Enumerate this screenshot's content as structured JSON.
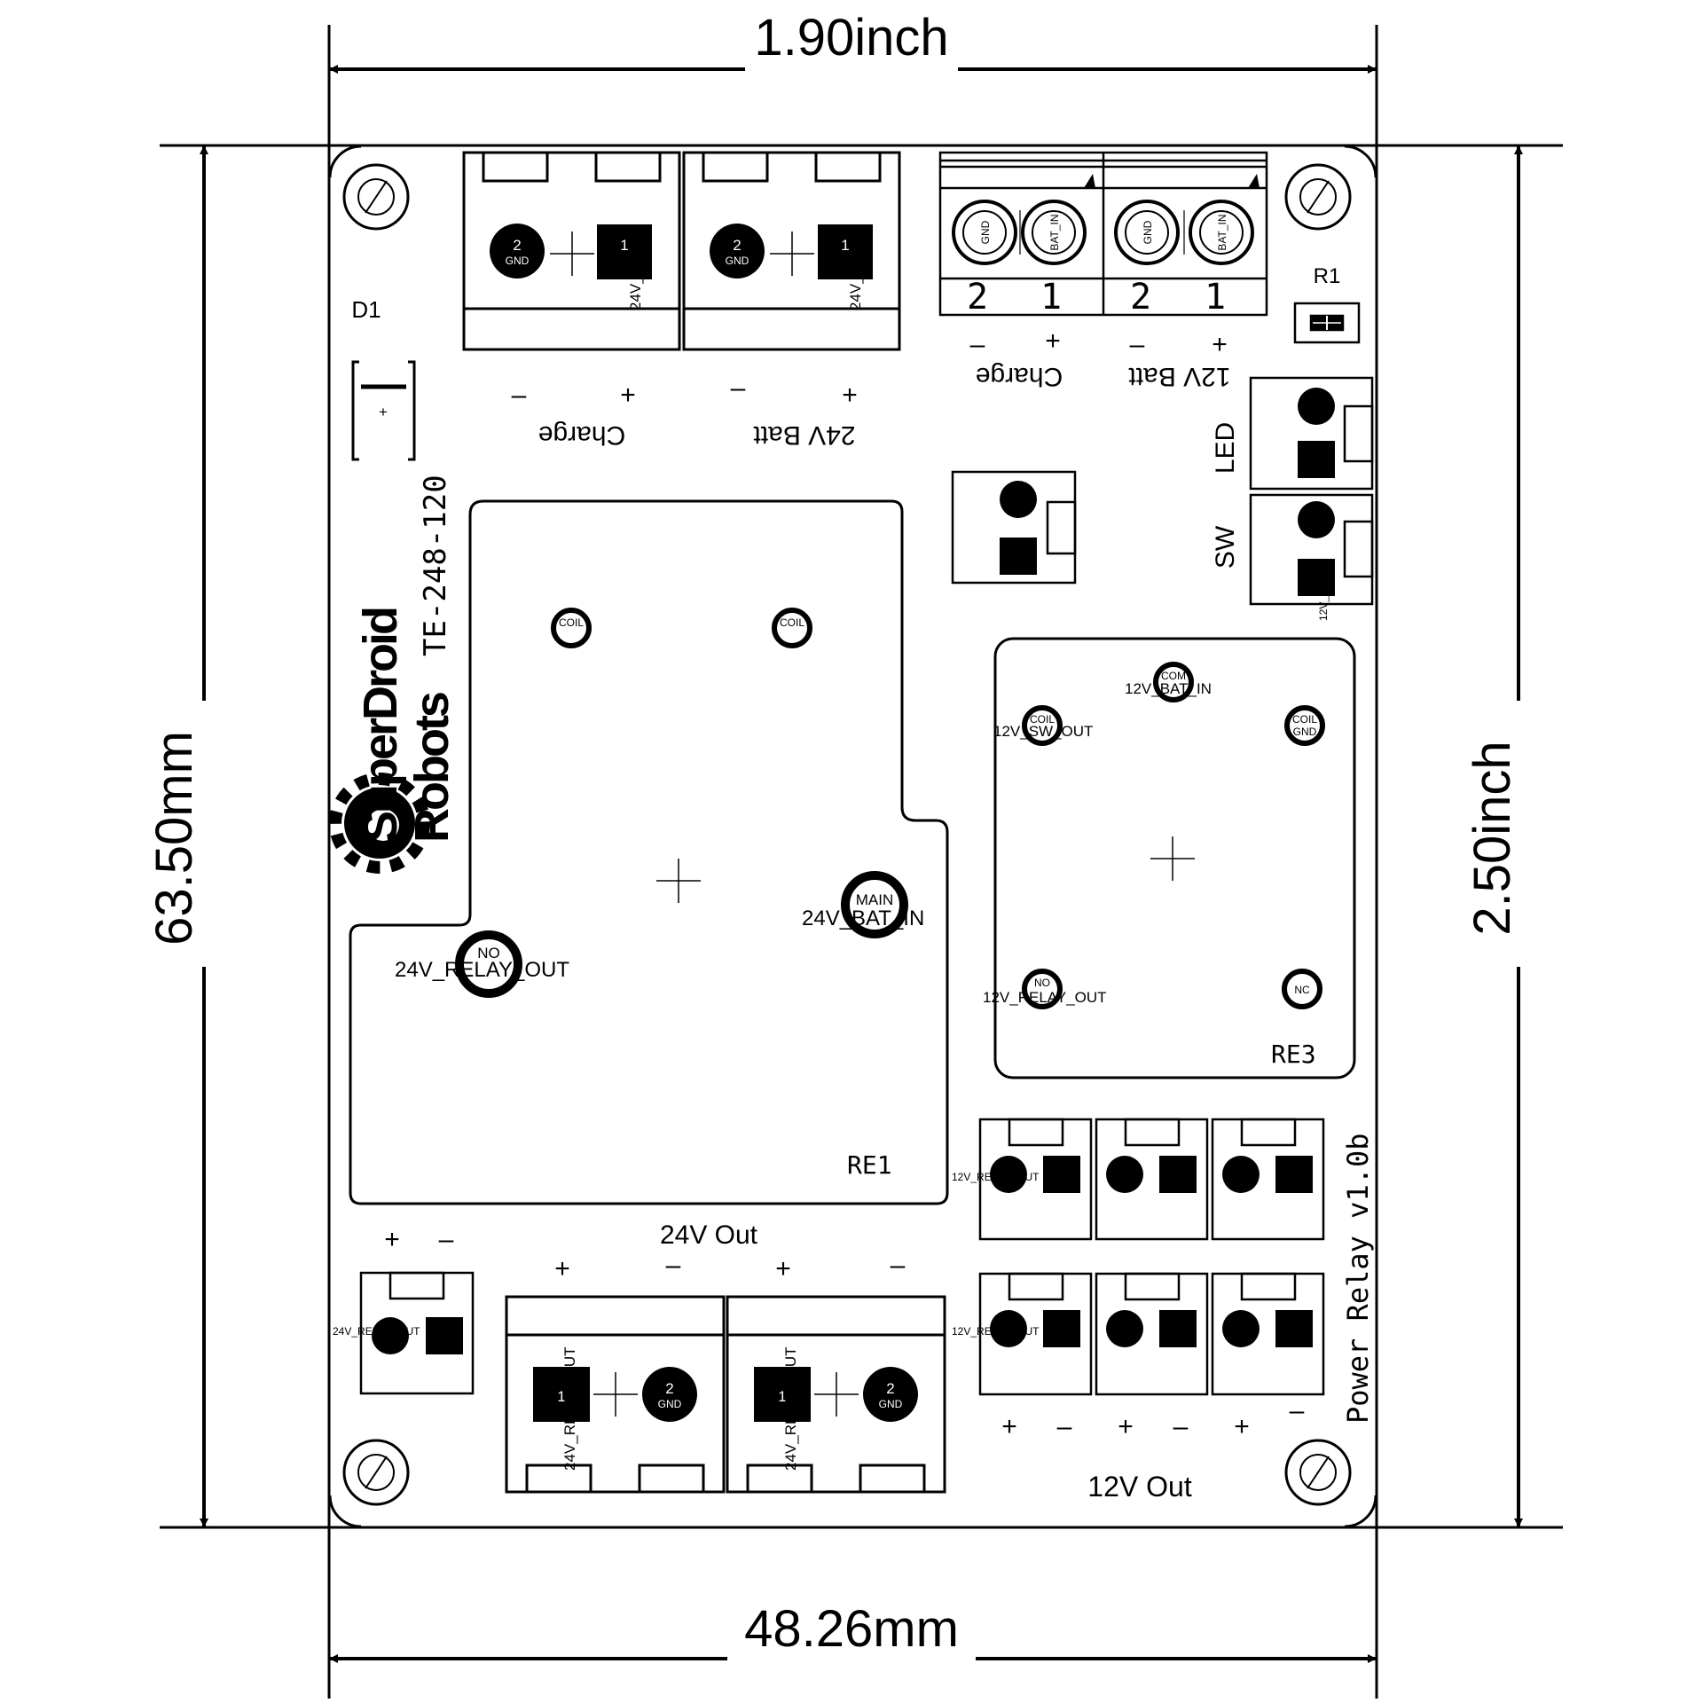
{
  "dimensions": {
    "top": "1.90inch",
    "bottom": "48.26mm",
    "left": "63.50mm",
    "right": "2.50inch"
  },
  "board": {
    "id": "TE-248-120",
    "logo_line1": "SuperDroid",
    "logo_line2": "Robots",
    "title": "Power Relay v1.0b"
  },
  "refdes": {
    "d1": "D1",
    "r1": "R1",
    "re1": "RE1",
    "re3": "RE3"
  },
  "groups": {
    "charge24": "Charge",
    "batt24": "24V Batt",
    "charge12": "Charge",
    "batt12": "12V Batt",
    "led": "LED",
    "sw": "SW",
    "out24": "24V Out",
    "out12": "12V Out"
  },
  "polarity": {
    "plus": "+",
    "minus": "–"
  },
  "pins": {
    "one": "1",
    "two": "2",
    "gnd": "GND",
    "no": "NO",
    "nc": "NC",
    "com": "COM",
    "coil": "COIL",
    "main": "MAIN",
    "bat_in": "BAT_IN"
  },
  "nets": {
    "v24_bat_in": "24V_BAT_IN",
    "v24_relay_out": "24V_RELAY_OUT",
    "v12_bat_in": "12V_BAT_IN",
    "v12_sw_out": "12V_SW_OUT",
    "v12_relay_out": "12V_RELAY_OUT"
  },
  "colors": {
    "ink": "#000000",
    "background": "#ffffff"
  }
}
